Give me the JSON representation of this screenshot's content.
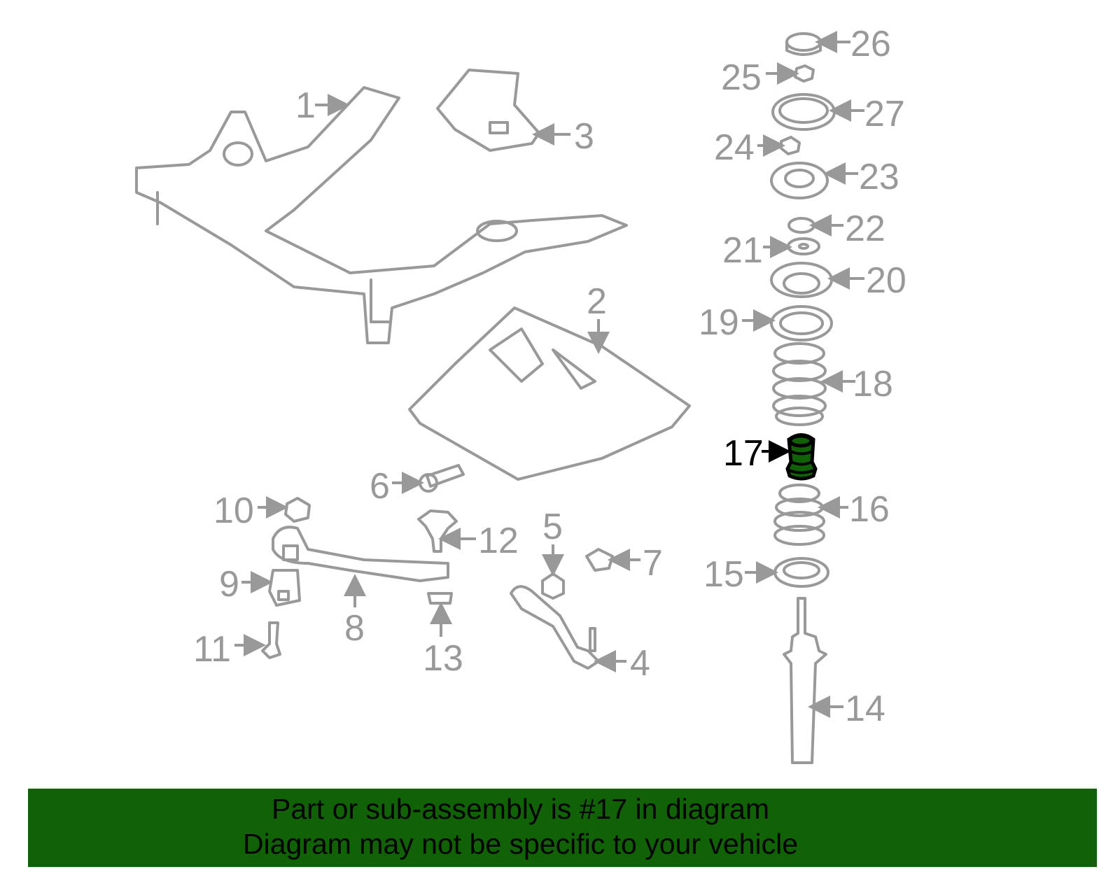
{
  "diagram": {
    "highlighted_part": "17",
    "highlight_color": "#116206",
    "callouts": [
      "1",
      "2",
      "3",
      "4",
      "5",
      "6",
      "7",
      "8",
      "9",
      "10",
      "11",
      "12",
      "13",
      "14",
      "15",
      "16",
      "17",
      "18",
      "19",
      "20",
      "21",
      "22",
      "23",
      "24",
      "25",
      "26",
      "27"
    ]
  },
  "banner": {
    "line1": "Part or sub-assembly is #17 in diagram",
    "line2": "Diagram may not be specific to your vehicle",
    "background": "#116206"
  }
}
